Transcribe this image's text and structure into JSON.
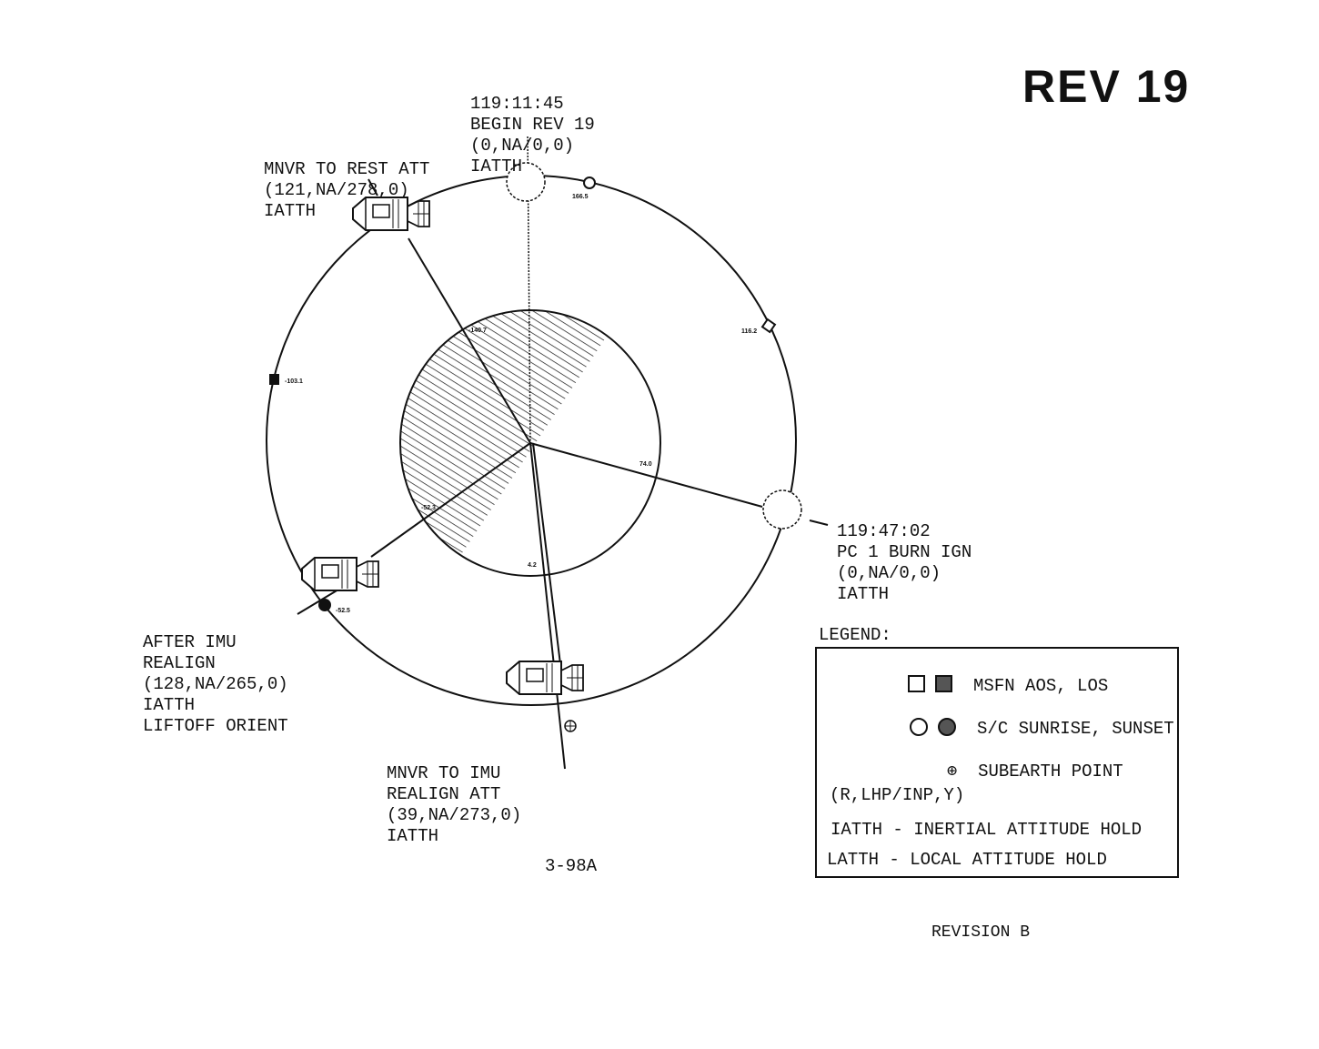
{
  "title": "REV 19",
  "figure_number": "3-98A",
  "revision": "REVISION B",
  "events": {
    "begin_rev": [
      "119:11:45",
      "BEGIN REV 19",
      "(0,NA/0,0)",
      "IATTH"
    ],
    "mnvr_rest": [
      "MNVR TO REST ATT",
      "(121,NA/278,0)",
      "IATTH"
    ],
    "pc1_burn": [
      "119:47:02",
      "PC 1 BURN IGN",
      "(0,NA/0,0)",
      "IATTH"
    ],
    "after_imu": [
      "AFTER IMU",
      "REALIGN",
      "(128,NA/265,0)",
      "IATTH",
      "LIFTOFF ORIENT"
    ],
    "mnvr_imu": [
      "MNVR TO IMU",
      "REALIGN ATT",
      "(39,NA/273,0)",
      "IATTH"
    ]
  },
  "markers": {
    "sunrise": "166.5",
    "aos": "116.2",
    "los": "-103.1",
    "sunset": "-52.5",
    "lunar_angles": [
      "-140.7",
      "74.0",
      "-52.3",
      "4.2"
    ]
  },
  "legend": {
    "title": "LEGEND:",
    "msfn": "MSFN AOS, LOS",
    "sun": "S/C SUNRISE, SUNSET",
    "subearth": "SUBEARTH POINT",
    "format": "(R,LHP/INP,Y)",
    "iatth": "IATTH - INERTIAL ATTITUDE HOLD",
    "latth": "LATTH - LOCAL ATTITUDE HOLD"
  }
}
